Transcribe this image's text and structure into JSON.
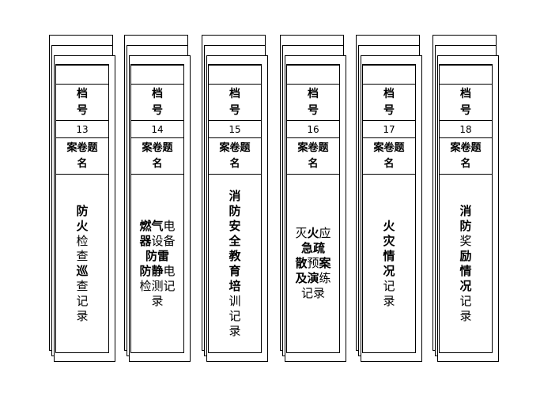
{
  "label_archive_no": "档号",
  "label_title": "案卷题名",
  "binders": [
    {
      "number": "13",
      "lines": [
        [
          [
            "防",
            true
          ]
        ],
        [
          [
            "火",
            true
          ]
        ],
        [
          [
            "检",
            false
          ]
        ],
        [
          [
            "查",
            false
          ]
        ],
        [
          [
            "巡",
            true
          ]
        ],
        [
          [
            "查",
            false
          ]
        ],
        [
          [
            "记",
            false
          ]
        ],
        [
          [
            "录",
            false
          ]
        ]
      ]
    },
    {
      "number": "14",
      "lines": [
        [
          [
            "燃气",
            true
          ],
          [
            "电",
            false
          ]
        ],
        [
          [
            "器",
            true
          ],
          [
            "设备",
            false
          ]
        ],
        [
          [
            "防雷",
            true
          ]
        ],
        [
          [
            "防静",
            true
          ],
          [
            "电",
            false
          ]
        ],
        [
          [
            "检测记",
            false
          ]
        ],
        [
          [
            "录",
            false
          ]
        ]
      ]
    },
    {
      "number": "15",
      "lines": [
        [
          [
            "消",
            true
          ]
        ],
        [
          [
            "防",
            true
          ]
        ],
        [
          [
            "安",
            true
          ]
        ],
        [
          [
            "全",
            true
          ]
        ],
        [
          [
            "教",
            true
          ]
        ],
        [
          [
            "育",
            true
          ]
        ],
        [
          [
            "培",
            true
          ]
        ],
        [
          [
            "训",
            false
          ]
        ],
        [
          [
            "记",
            false
          ]
        ],
        [
          [
            "录",
            false
          ]
        ]
      ]
    },
    {
      "number": "16",
      "lines": [
        [
          [
            "灭",
            false
          ],
          [
            "火",
            true
          ],
          [
            "应",
            false
          ]
        ],
        [
          [
            "急疏",
            true
          ]
        ],
        [
          [
            "散",
            true
          ],
          [
            "预",
            false
          ],
          [
            "案",
            true
          ]
        ],
        [
          [
            "及演",
            true
          ],
          [
            "练",
            false
          ]
        ],
        [
          [
            "记录",
            false
          ]
        ]
      ]
    },
    {
      "number": "17",
      "lines": [
        [
          [
            "火",
            true
          ]
        ],
        [
          [
            "灾",
            true
          ]
        ],
        [
          [
            "情",
            true
          ]
        ],
        [
          [
            "况",
            true
          ]
        ],
        [
          [
            "记",
            false
          ]
        ],
        [
          [
            "录",
            false
          ]
        ]
      ]
    },
    {
      "number": "18",
      "lines": [
        [
          [
            "消",
            true
          ]
        ],
        [
          [
            "防",
            true
          ]
        ],
        [
          [
            "奖",
            false
          ]
        ],
        [
          [
            "励",
            true
          ]
        ],
        [
          [
            "情",
            true
          ]
        ],
        [
          [
            "况",
            true
          ]
        ],
        [
          [
            "记",
            false
          ]
        ],
        [
          [
            "录",
            false
          ]
        ]
      ]
    }
  ]
}
